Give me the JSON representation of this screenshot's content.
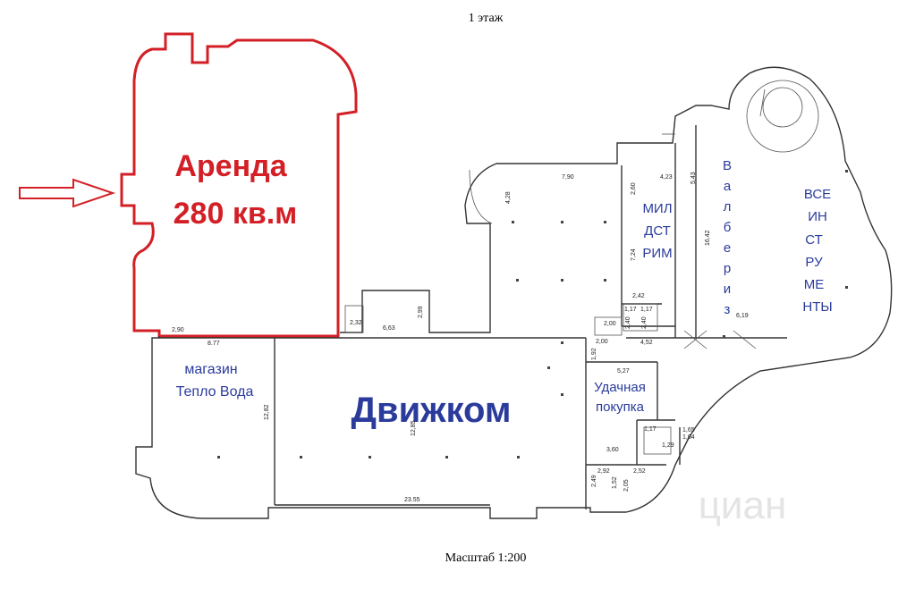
{
  "header": {
    "floor_title": "1 этаж"
  },
  "footer": {
    "scale": "Масштаб 1:200"
  },
  "rent": {
    "line1": "Аренда",
    "line2": "280 кв.м"
  },
  "tenants": {
    "magazin_line1": "магазин",
    "magazin_line2": "Тепло Вода",
    "dvizhkom": "Движком",
    "udachnaya_line1": "Удачная",
    "udachnaya_line2": "покупка",
    "mildstrim_lines": [
      "МИЛ",
      "ДСТ",
      "РИМ"
    ],
    "valberis_letters": [
      "В",
      "а",
      "л",
      "б",
      "е",
      "р",
      "и",
      "з"
    ],
    "vseinstrumenty_lines": [
      "ВСЕ",
      "ИН",
      "СТ",
      "РУ",
      "МЕ",
      "НТЫ"
    ]
  },
  "dimensions": {
    "d_2_90": "2,90",
    "d_8_77": "8.77",
    "d_12_82": "12,82",
    "d_12_85": "12,85",
    "d_23_55": "23.55",
    "d_2_32": "2,32",
    "d_6_63": "6,63",
    "d_2_99": "2,99",
    "d_4_28": "4,28",
    "d_7_90": "7,90",
    "d_2_60": "2,60",
    "d_7_24": "7,24",
    "d_2_42": "2,42",
    "d_4_23": "4,23",
    "d_5_43": "5,43",
    "d_16_42": "16,42",
    "d_6_19": "6,19",
    "d_2_00a": "2,00",
    "d_2_00b": "2,00",
    "d_1_17a": "1,17",
    "d_1_17b": "1,17",
    "d_2_40a": "2,40",
    "d_2_40b": "2,40",
    "d_4_52": "4,52",
    "d_5_27": "5,27",
    "d_3_60": "3,60",
    "d_1_92": "1,92",
    "d_2_92": "2,92",
    "d_2_52": "2,52",
    "d_2_49": "2,49",
    "d_1_52": "1,52",
    "d_2_05": "2,05",
    "d_1_65": "1,65",
    "d_1_04": "1,04",
    "d_1_29": "1,29",
    "d_1_17c": "1,17"
  },
  "watermark": "циан",
  "colors": {
    "rent_red": "#d31f26",
    "tenant_blue": "#2a3b9c",
    "wall": "#333333"
  }
}
